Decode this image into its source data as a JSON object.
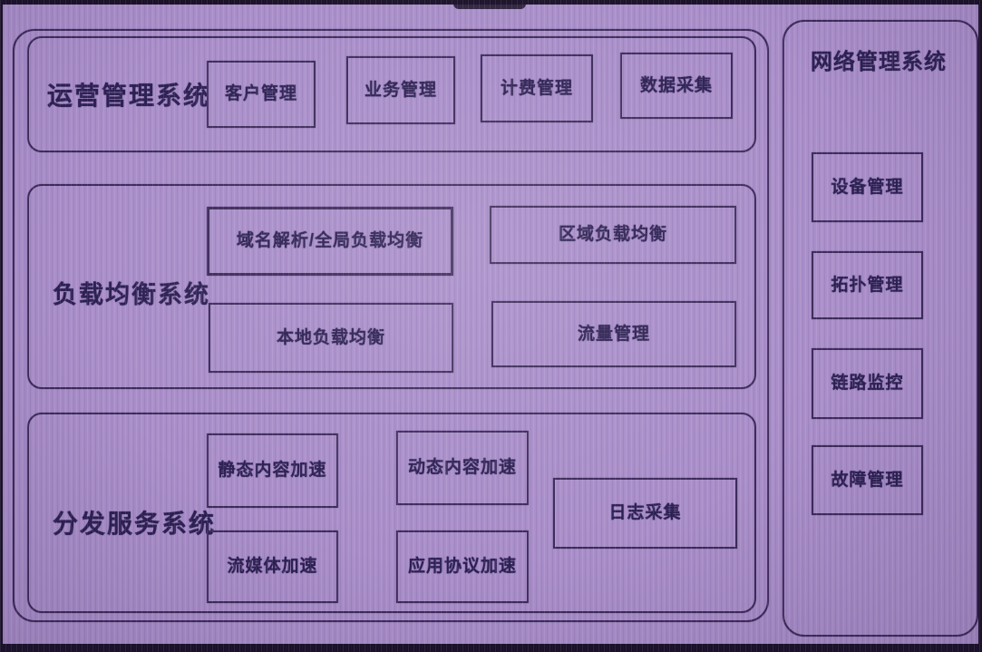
{
  "diagram": {
    "colors": {
      "background": "#a98ec9",
      "line": "#3c2b59",
      "text": "#2c2052",
      "photo_edge": "#1a1128"
    },
    "sections": [
      {
        "title": "运营管理系统",
        "items": [
          "客户管理",
          "业务管理",
          "计费管理",
          "数据采集"
        ]
      },
      {
        "title": "负载均衡系统",
        "items": [
          "域名解析/全局负载均衡",
          "区域负载均衡",
          "本地负载均衡",
          "流量管理"
        ]
      },
      {
        "title": "分发服务系统",
        "items": [
          "静态内容加速",
          "动态内容加速",
          "日志采集",
          "流媒体加速",
          "应用协议加速"
        ]
      }
    ],
    "network": {
      "title": "网络管理系统",
      "items": [
        "设备管理",
        "拓扑管理",
        "链路监控",
        "故障管理"
      ]
    }
  }
}
